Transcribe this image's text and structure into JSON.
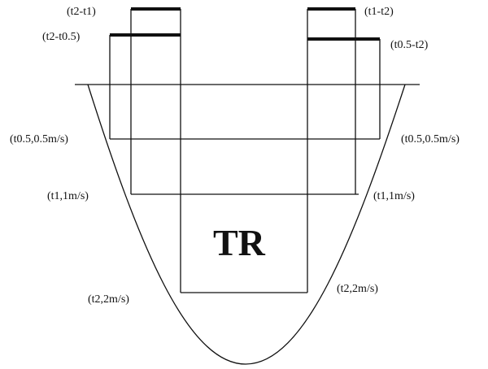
{
  "diagram": {
    "center_label": "TR",
    "left_labels": {
      "t2_t1": "(t2-t1)",
      "t2_t05": "(t2-t0.5)",
      "t05": "(t0.5,0.5m/s)",
      "t1": "(t1,1m/s)",
      "t2": "(t2,2m/s)"
    },
    "right_labels": {
      "t1_t2": "(t1-t2)",
      "t05_t2": "(t0.5-t2)",
      "t05": "(t0.5,0.5m/s)",
      "t1": "(t1,1m/s)",
      "t2": "(t2,2m/s)"
    }
  }
}
